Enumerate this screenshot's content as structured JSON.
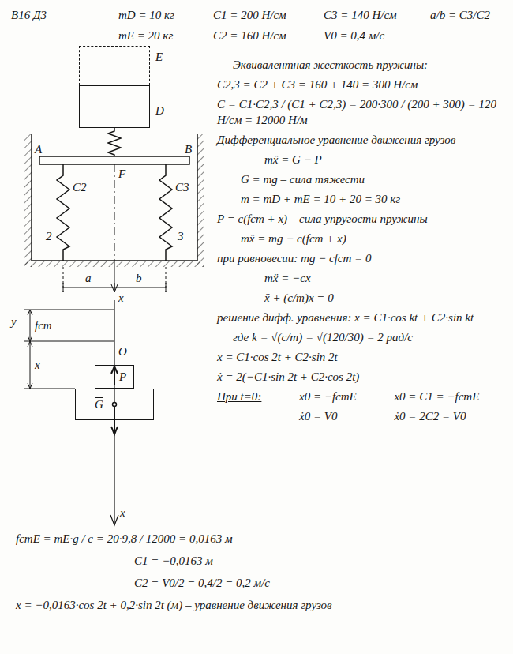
{
  "diagram": {
    "nodes": [
      {
        "text": [
          "E"
        ]
      },
      {
        "text": [
          "D"
        ]
      },
      {
        "text": [
          "P"
        ]
      },
      {
        "text": [
          "G"
        ]
      }
    ],
    "labels": [
      "В16 Д3",
      "mD = 10 кг",
      "mE = 20 кг",
      "C1 = 200 Н/см",
      "C2 = 160 Н/см",
      "C3 = 140 Н/см",
      "V0 = 0,4 м/с",
      "a/b = C3/C2",
      "A",
      "B",
      "F",
      "C2",
      "2",
      "C3",
      "3",
      "a",
      "b",
      "x",
      "Эквивалентная жесткость пружины:",
      "C2,3 = C2 + C3 = 160 + 140 = 300 Н/см",
      "C = C1·C2,3 / (C1 + C2,3) = 200·300 / (200 + 300) = 120 Н/см = 12000 Н/м",
      "Дифференциальное уравнение движения грузов",
      "mẍ = G − P",
      "G = mg – сила тяжести",
      "m = mD + mE = 10 + 20 = 30 кг",
      "P = c(fст + x) – сила упругости пружины",
      "mẍ = mg − c(fст + x)",
      "при равновесии: mg − cfст = 0",
      "mẍ = −cx",
      "ẍ + (c/m)x = 0",
      "y",
      "fст",
      "O",
      "x",
      "решение дифф. уравнения: x = C1·cos kt + C2·sin kt",
      "где k = √(c/m) = √(120/30) = 2 рад/с",
      "x = C1·cos 2t + C2·sin 2t",
      "ẋ = 2(−C1·sin 2t + C2·cos 2t)",
      "При t=0:",
      "x0 = −fстE",
      "x0 = C1 = −fстE",
      "ẋ0 = V0",
      "ẋ0 = 2C2 = V0",
      "x",
      "fстE = mE·g / c = 20·9,8 / 12000 = 0,0163 м",
      "C1 = −0,0163 м",
      "C2 = V0/2 = 0,4/2 = 0,2 м/с",
      "x = −0,0163·cos 2t + 0,2·sin 2t (м) – уравнение движения грузов"
    ]
  }
}
